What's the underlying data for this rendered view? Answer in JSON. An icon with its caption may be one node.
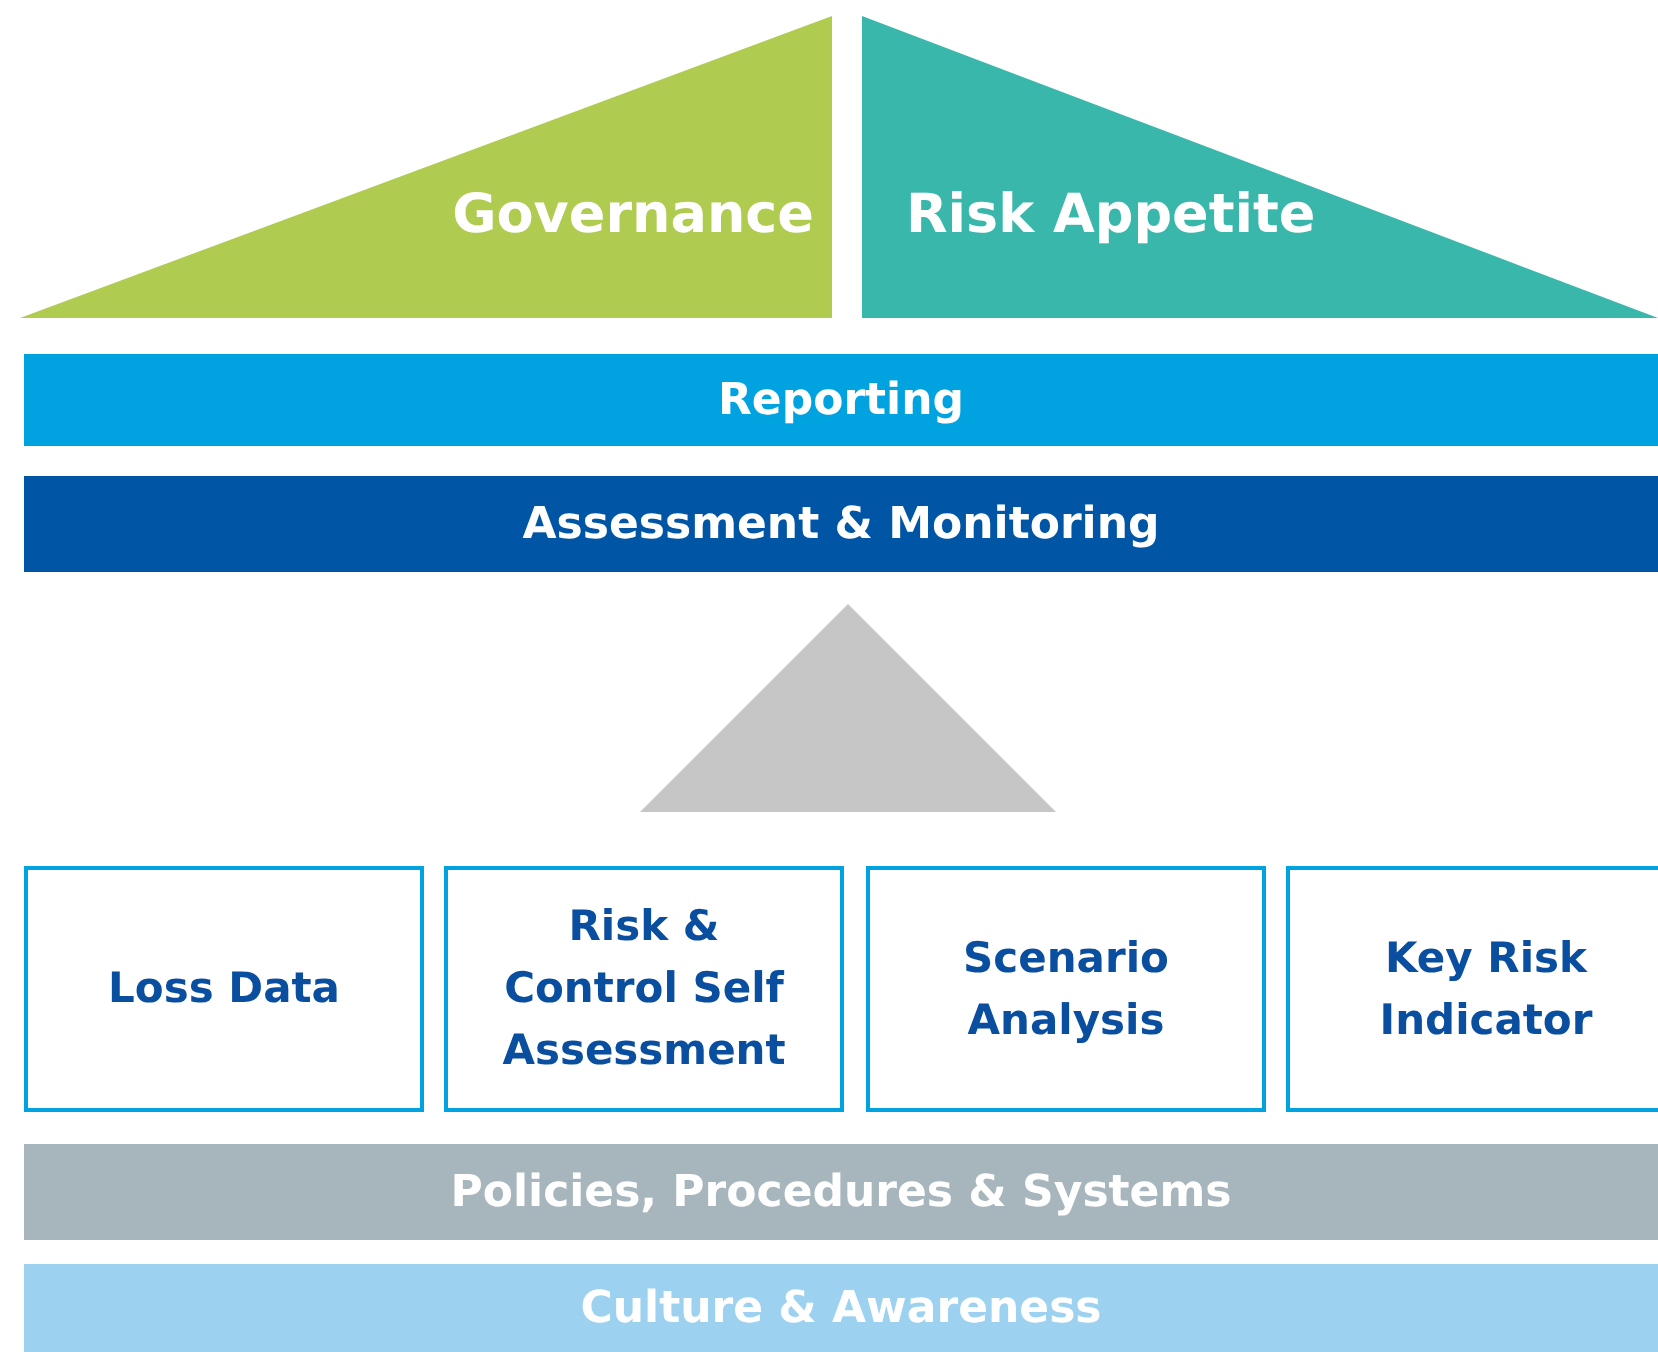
{
  "diagram": {
    "nodes": [
      {
        "text": [
          "Governance"
        ]
      },
      {
        "text": [
          "Risk Appetite"
        ]
      },
      {
        "text": [
          "Reporting"
        ]
      },
      {
        "text": [
          "Assessment & Monitoring"
        ]
      },
      {
        "text": [],
        "shape": "triangle"
      },
      {
        "text": [
          "Loss Data"
        ]
      },
      {
        "text": [
          "Risk & Control Self Assessment"
        ]
      },
      {
        "text": [
          "Scenario Analysis"
        ]
      },
      {
        "text": [
          "Key Risk Indicator"
        ]
      },
      {
        "text": [
          "Policies, Procedures & Systems"
        ]
      },
      {
        "text": [
          "Culture & Awareness"
        ]
      }
    ]
  }
}
